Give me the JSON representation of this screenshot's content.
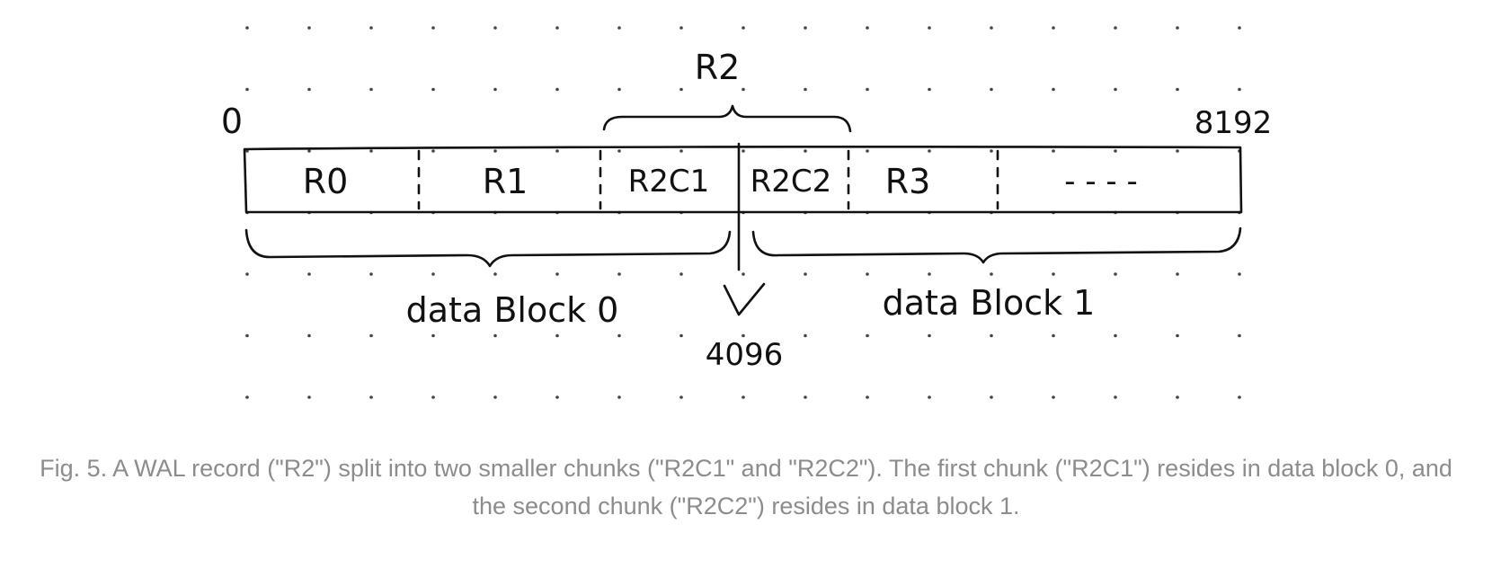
{
  "diagram": {
    "record_label": "R2",
    "start_offset": "0",
    "end_offset": "8192",
    "split_offset": "4096",
    "cells": [
      "R0",
      "R1",
      "R2C1",
      "R2C2",
      "R3",
      "- - - -"
    ],
    "block_labels": [
      "data Block 0",
      "data Block 1"
    ]
  },
  "caption": "Fig. 5. A WAL record (\"R2\") split into two smaller chunks (\"R2C1\" and \"R2C2\"). The first chunk (\"R2C1\") resides in data block 0, and the second chunk (\"R2C2\") resides in data block 1."
}
